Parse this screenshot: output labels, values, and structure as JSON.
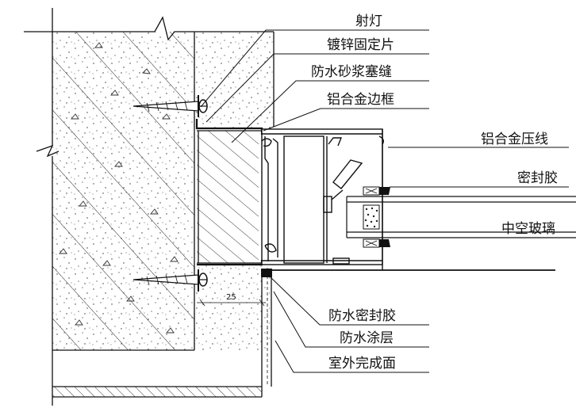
{
  "labels": {
    "spotlight": "射灯",
    "galvanized_plate": "镀锌固定片",
    "mortar_seal": "防水砂浆塞缝",
    "alu_frame": "铝合金边框",
    "alu_bead": "铝合金压线",
    "sealant": "密封胶",
    "insulated_glass": "中空玻璃",
    "waterproof_sealant": "防水密封胶",
    "waterproof_coating": "防水涂层",
    "exterior_finish": "室外完成面"
  },
  "dimension": "25",
  "colors": {
    "line": "#111111",
    "background": "#ffffff"
  }
}
